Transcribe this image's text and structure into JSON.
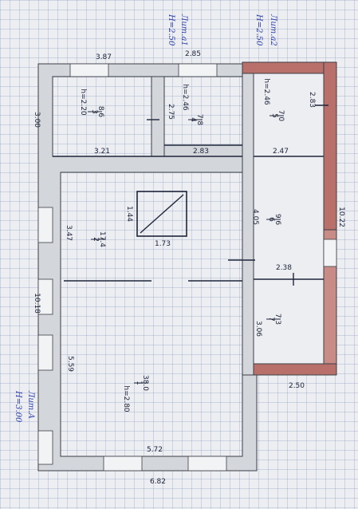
{
  "annotations": {
    "lit_a2": "Лит.а2",
    "lit_a2_h": "H=2.50",
    "lit_a1": "Лит.а1",
    "lit_a1_h": "H=2.50",
    "lit_a": "Лит.А",
    "lit_a_h": "H=3.00"
  },
  "dimensions": {
    "top_left": "3.87",
    "top_right": "2.85",
    "left_outer": "3.00",
    "room3_bottom": "3.21",
    "room4_bottom": "2.83",
    "room5_bottom": "2.47",
    "room5_right": "2.83",
    "room4_side": "2.75",
    "room2_side": "3.47",
    "room6_side": "4.05",
    "stairs_height": "1.44",
    "stairs_width": "1.73",
    "room7_top": "2.38",
    "room7_side": "3.06",
    "right_outer": "10.22",
    "left_long": "10.18",
    "room1_side": "5.59",
    "bottom_inner": "5.72",
    "bottom_outer": "6.82",
    "extension_bottom": "2.50"
  },
  "rooms": [
    {
      "id": "1",
      "area": "38.0",
      "height": "h=2.80"
    },
    {
      "id": "2",
      "area": "17.4"
    },
    {
      "id": "3",
      "area": "8.6",
      "height": "h=2.20"
    },
    {
      "id": "4",
      "area": "7.8",
      "height": "h=2.46"
    },
    {
      "id": "5",
      "area": "7.0",
      "height": "h=2.46"
    },
    {
      "id": "6",
      "area": "9.6"
    },
    {
      "id": "7",
      "area": "7.3"
    }
  ]
}
